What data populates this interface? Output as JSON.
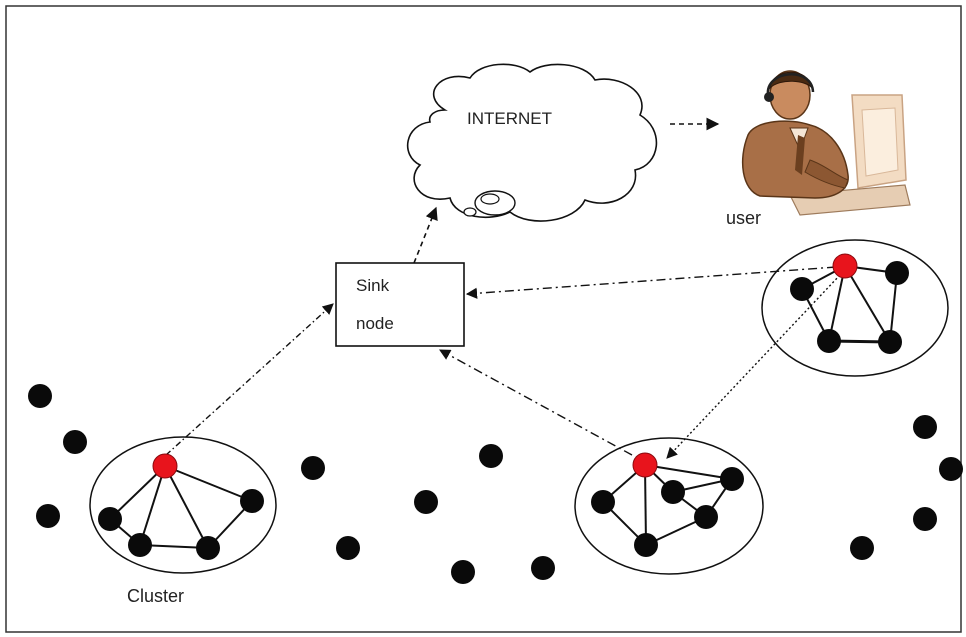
{
  "diagram": {
    "internet_label": "INTERNET",
    "user_label": "user",
    "sink_label_line1": "Sink",
    "sink_label_line2": "node",
    "cluster_label": "Cluster"
  },
  "colors": {
    "cluster_head": "#e8141c",
    "sensor_node": "#0a0a0a",
    "stroke": "#111111",
    "skin": "#a86f47",
    "monitor": "#f3dcc3"
  }
}
